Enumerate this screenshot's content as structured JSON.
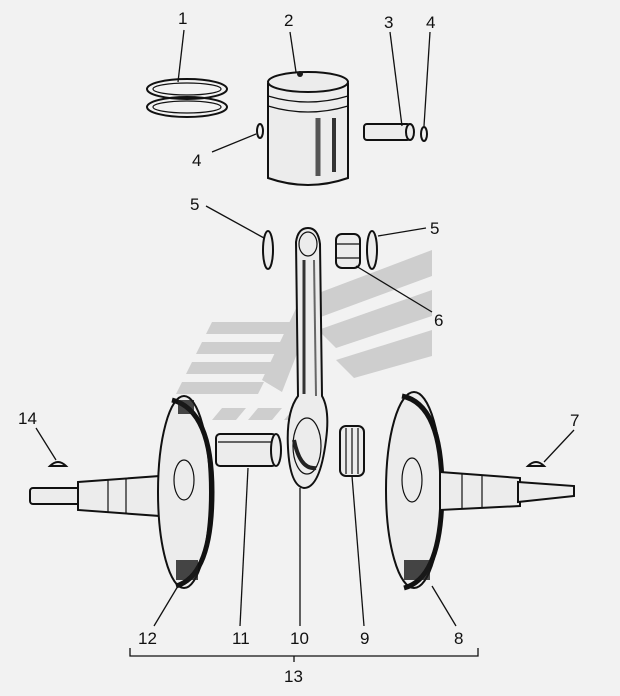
{
  "diagram": {
    "callouts": {
      "c1": "1",
      "c2": "2",
      "c3": "3",
      "c4a": "4",
      "c4b": "4",
      "c5a": "5",
      "c5b": "5",
      "c6": "6",
      "c7": "7",
      "c8": "8",
      "c9": "9",
      "c10": "10",
      "c11": "11",
      "c12": "12",
      "c13": "13",
      "c14": "14"
    }
  },
  "colors": {
    "background": "#f2f2f2",
    "ink": "#111111",
    "watermark": "#c8c8c8"
  }
}
